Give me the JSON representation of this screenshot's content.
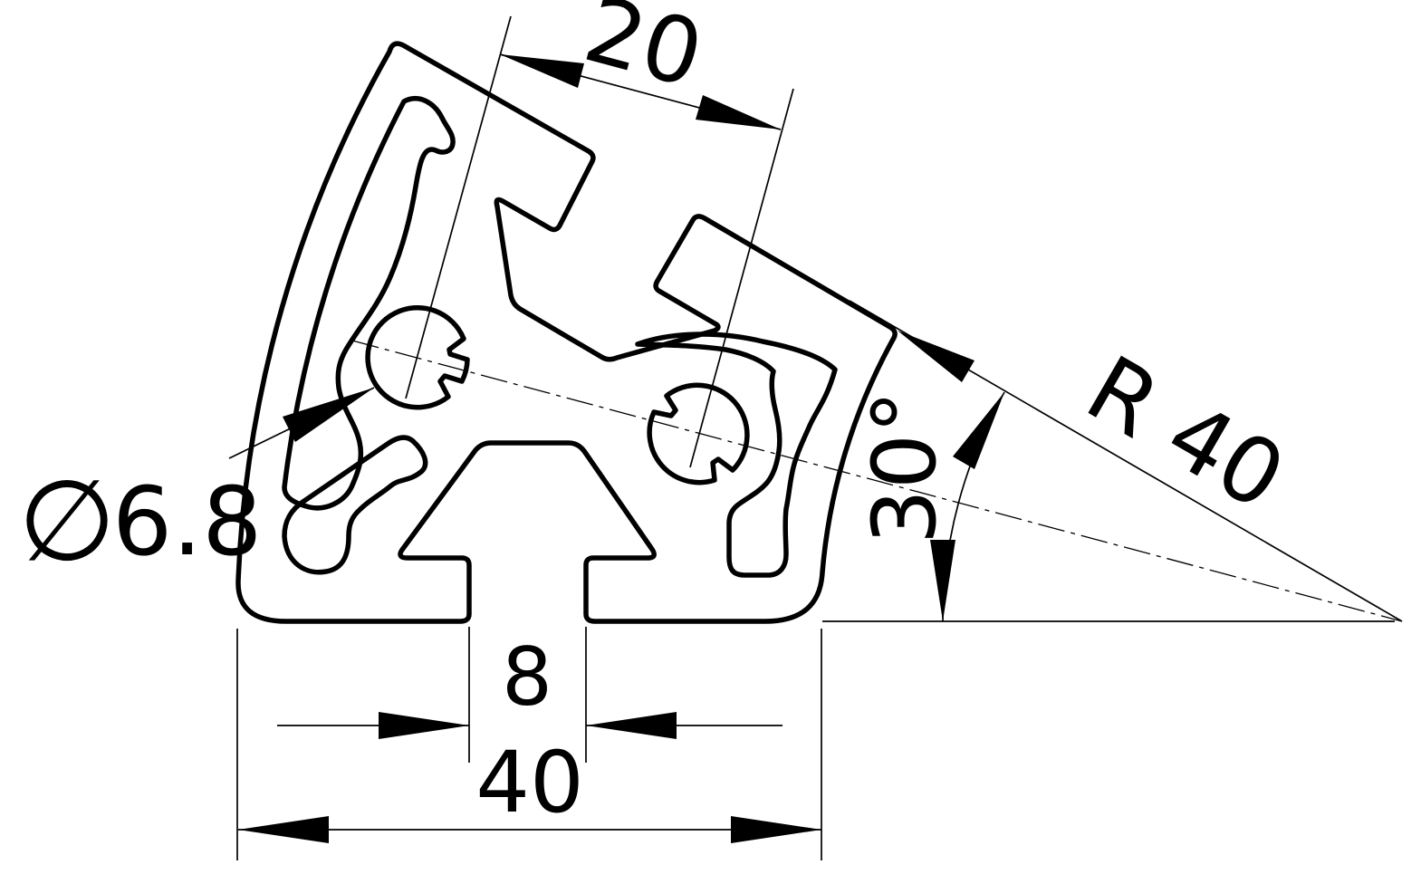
{
  "drawing": {
    "type": "technical-cross-section",
    "subject": "aluminium-extrusion-profile-40x40-30deg",
    "colors": {
      "line": "#000000",
      "background": "#ffffff"
    },
    "dims": {
      "slot_spacing": {
        "label": "20"
      },
      "outer_radius": {
        "label": "R 40"
      },
      "angle": {
        "label": "30°"
      },
      "core_hole": {
        "symbol": "∅",
        "value": "6.8"
      },
      "slot_width": {
        "label": "8"
      },
      "profile_width": {
        "label": "40"
      }
    }
  }
}
